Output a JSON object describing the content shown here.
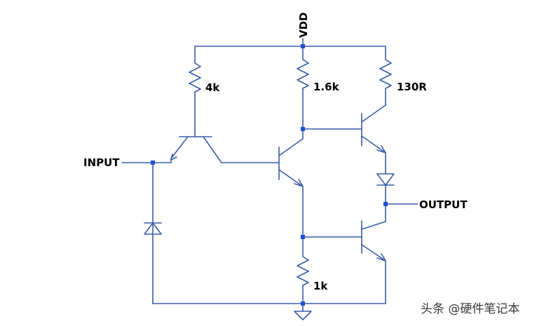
{
  "labels": {
    "vdd": "VDD",
    "input": "INPUT",
    "output": "OUTPUT",
    "r_4k": "4k",
    "r_1_6k": "1.6k",
    "r_130r": "130R",
    "r_1k": "1k"
  },
  "watermark": "头条 @硬件笔记本",
  "colors": {
    "wire": "#3a5ba8",
    "junction": "#1f4fd1",
    "text": "#000000",
    "background": "#ffffff"
  }
}
